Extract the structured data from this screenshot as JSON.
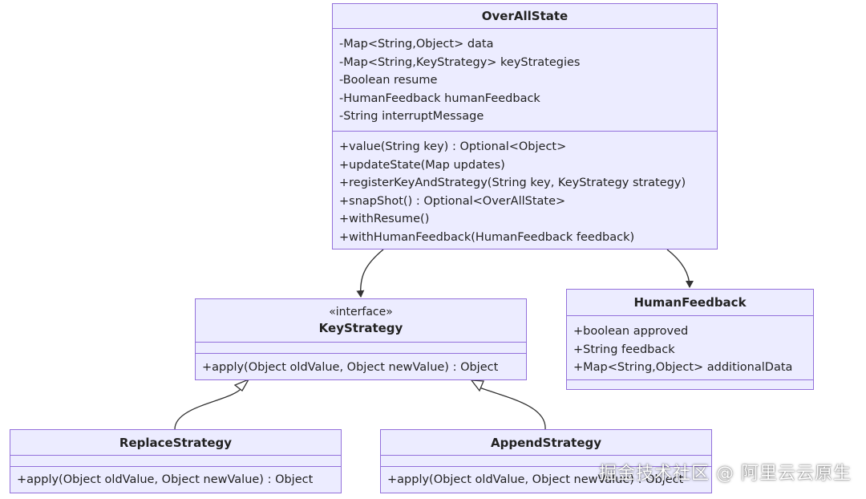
{
  "classes": {
    "overallstate": {
      "name": "OverAllState",
      "attributes": [
        "-Map<String,Object> data",
        "-Map<String,KeyStrategy> keyStrategies",
        "-Boolean resume",
        "-HumanFeedback humanFeedback",
        "-String interruptMessage"
      ],
      "methods": [
        "+value(String key) : Optional<Object>",
        "+updateState(Map updates)",
        "+registerKeyAndStrategy(String key, KeyStrategy strategy)",
        "+snapShot() : Optional<OverAllState>",
        "+withResume()",
        "+withHumanFeedback(HumanFeedback feedback)"
      ]
    },
    "keystrategy": {
      "stereotype": "«interface»",
      "name": "KeyStrategy",
      "methods": [
        "+apply(Object oldValue, Object newValue) : Object"
      ]
    },
    "humanfeedback": {
      "name": "HumanFeedback",
      "attributes": [
        "+boolean approved",
        "+String feedback",
        "+Map<String,Object> additionalData"
      ]
    },
    "replacestrategy": {
      "name": "ReplaceStrategy",
      "methods": [
        "+apply(Object oldValue, Object newValue) : Object"
      ]
    },
    "appendstrategy": {
      "name": "AppendStrategy",
      "methods": [
        "+apply(Object oldValue, Object newValue) : Object"
      ]
    }
  },
  "watermark": "掘金技术社区 @ 阿里云云原生",
  "colors": {
    "box_fill": "#ececff",
    "box_border": "#9370db",
    "link": "#333333"
  }
}
